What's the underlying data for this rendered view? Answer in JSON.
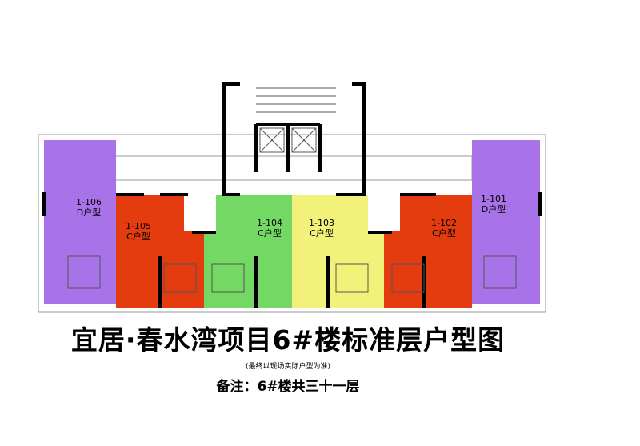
{
  "units": [
    {
      "id": "1-106",
      "type": "D户型",
      "color": "#a872e8"
    },
    {
      "id": "1-105",
      "type": "C户型",
      "color": "#e43c0e"
    },
    {
      "id": "1-104",
      "type": "C户型",
      "color": "#74d864"
    },
    {
      "id": "1-103",
      "type": "C户型",
      "color": "#f2f27a"
    },
    {
      "id": "1-102",
      "type": "C户型",
      "color": "#e43c0e"
    },
    {
      "id": "1-101",
      "type": "D户型",
      "color": "#a872e8"
    }
  ],
  "title": "宜居·春水湾项目6#楼标准层户型图",
  "note": "(最终以现场实际户型为准)",
  "remark": "备注：6#楼共三十一层"
}
